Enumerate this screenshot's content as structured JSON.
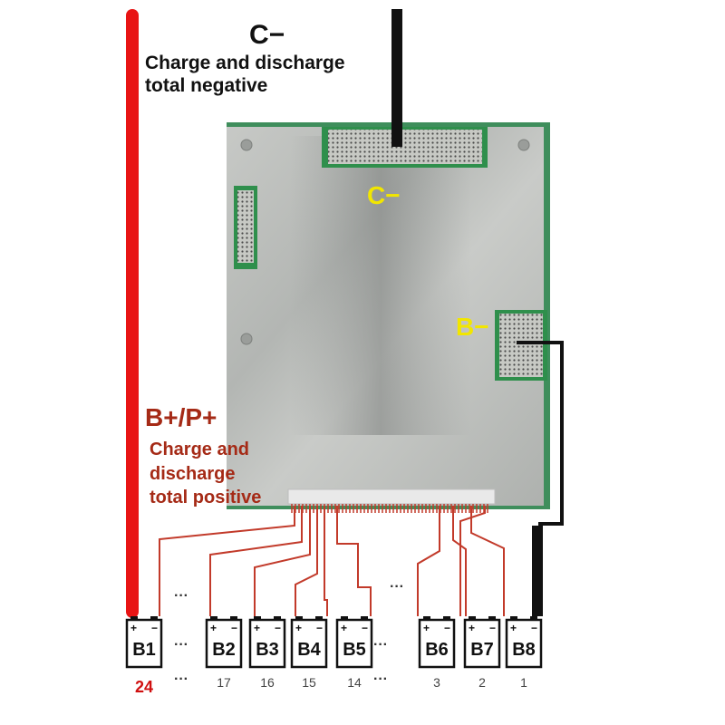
{
  "labels": {
    "c_minus_top": "C−",
    "c_minus_desc_line1": "Charge and discharge",
    "c_minus_desc_line2": "total negative",
    "c_minus_board": "C−",
    "b_minus_board": "B−",
    "b_plus": "B+/P+",
    "b_plus_desc_line1": "Charge and",
    "b_plus_desc_line2": "discharge",
    "b_plus_desc_line3": "total positive"
  },
  "cells": [
    {
      "name": "B1",
      "index": "24"
    },
    {
      "name": "B2",
      "index": "17"
    },
    {
      "name": "B3",
      "index": "16"
    },
    {
      "name": "B4",
      "index": "15"
    },
    {
      "name": "B5",
      "index": "14"
    },
    {
      "name": "B6",
      "index": "3"
    },
    {
      "name": "B7",
      "index": "2"
    },
    {
      "name": "B8",
      "index": "1"
    }
  ],
  "terminal": {
    "plus": "+",
    "minus": "−"
  },
  "ellipsis": "···",
  "colors": {
    "positive_wire": "#e81414",
    "negative_wire": "#111111",
    "balance_wire": "#c23a2a",
    "board_metal": "#b9bcb8",
    "pcb_green": "#2e8b4a"
  }
}
